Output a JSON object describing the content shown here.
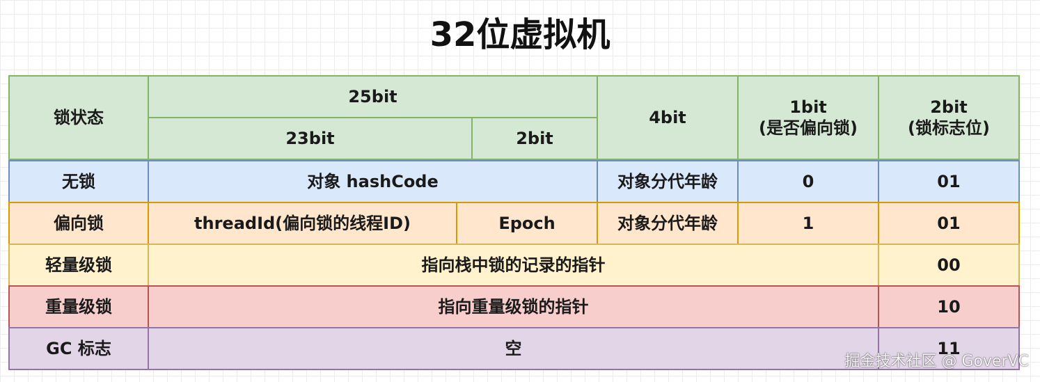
{
  "title": "32位虚拟机",
  "header": {
    "lock_state": "锁状态",
    "bits_25": "25bit",
    "bits_23": "23bit",
    "bits_2": "2bit",
    "bits_4": "4bit",
    "bits_1": "1bit\n(是否偏向锁)",
    "bits_2_flag": "2bit\n(锁标志位)"
  },
  "rows": {
    "no_lock": {
      "state": "无锁",
      "content": "对象 hashCode",
      "age": "对象分代年龄",
      "biased": "0",
      "flag": "01"
    },
    "biased": {
      "state": "偏向锁",
      "thread": "threadId(偏向锁的线程ID)",
      "epoch": "Epoch",
      "age": "对象分代年龄",
      "biased": "1",
      "flag": "01"
    },
    "lightweight": {
      "state": "轻量级锁",
      "content": "指向栈中锁的记录的指针",
      "flag": "00"
    },
    "heavyweight": {
      "state": "重量级锁",
      "content": "指向重量级锁的指针",
      "flag": "10"
    },
    "gc": {
      "state": "GC 标志",
      "content": "空",
      "flag": "11"
    }
  },
  "colors": {
    "header": "#d5e8d4",
    "no_lock": "#dae8fc",
    "biased": "#ffe6cc",
    "lightweight": "#fff2cc",
    "heavyweight": "#f8cecc",
    "gc": "#e1d5e7"
  },
  "watermark": "掘金技术社区 @ GoverVC"
}
